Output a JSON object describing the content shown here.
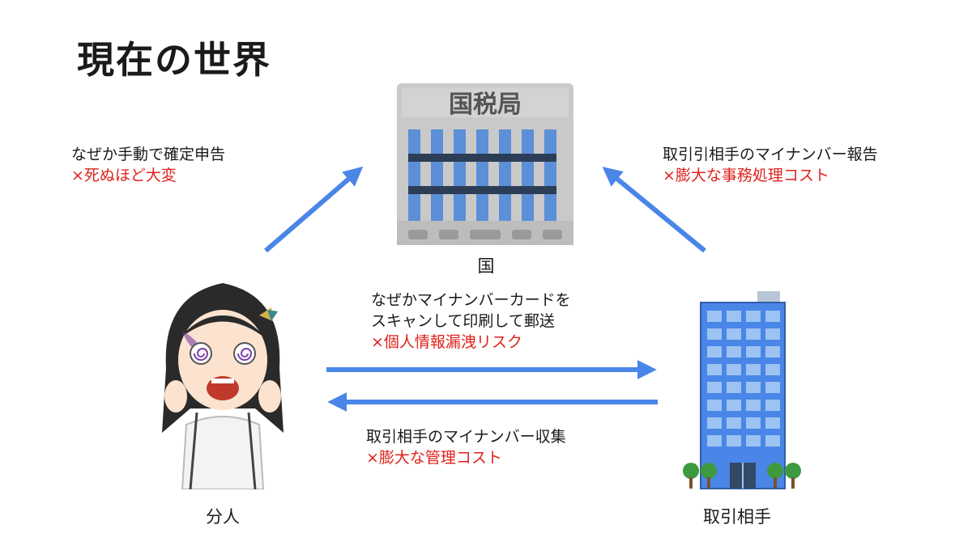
{
  "title": "現在の世界",
  "nodes": {
    "tax_office": {
      "sign": "国税局",
      "caption": "国"
    },
    "individual": {
      "caption": "分人"
    },
    "company": {
      "caption": "取引相手"
    }
  },
  "flows": {
    "individual_to_state": {
      "text": "なぜか手動で確定申告",
      "cost": "×死ぬほど大変"
    },
    "company_to_state": {
      "text": "取引引相手のマイナンバー報告",
      "cost": "×膨大な事務処理コスト"
    },
    "individual_to_company": {
      "line1": "なぜかマイナンバーカードを",
      "line2": "スキャンして印刷して郵送",
      "cost": "×個人情報漏洩リスク"
    },
    "company_to_individual": {
      "text": "取引相手のマイナンバー収集",
      "cost": "×膨大な管理コスト"
    }
  },
  "colors": {
    "arrow": "#4a86e8",
    "risk_text": "#e0211b",
    "building": "#4a86e8",
    "building_dark": "#334a66"
  }
}
